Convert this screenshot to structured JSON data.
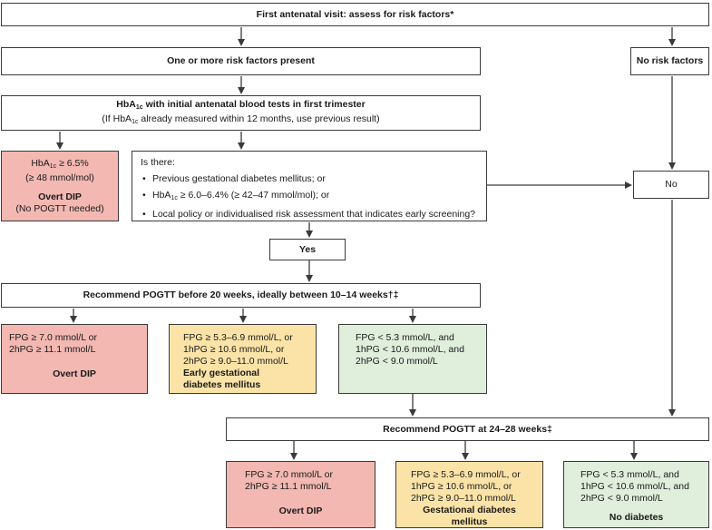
{
  "start": {
    "text": "First antenatal visit: assess for risk factors*"
  },
  "risk": {
    "present": "One or more risk factors present",
    "none": "No risk factors"
  },
  "hba1c_box": {
    "a": "HbA",
    "a_sub": "1c",
    "b": " with initial antenatal blood tests in first trimester",
    "c": "(If HbA",
    "c_sub": "1c",
    "d": " already measured within 12 months, use previous result)"
  },
  "overt1": {
    "l1a": "HbA",
    "l1sub": "1c",
    "l1b": " ≥ 6.5%",
    "l2": "(≥ 48 mmol/mol)",
    "l3": "Overt DIP",
    "l4": "(No POGTT needed)"
  },
  "isthere": {
    "heading": "Is there:",
    "b1": "Previous gestational diabetes mellitus; or",
    "b2a": "HbA",
    "b2sub": "1c",
    "b2b": " ≥ 6.0–6.4% (≥ 42–47 mmol/mol); or",
    "b3": "Local policy or individualised risk assessment that indicates early screening?"
  },
  "no": {
    "text": "No"
  },
  "yes": {
    "text": "Yes"
  },
  "early_pogtt": {
    "text": "Recommend POGTT before 20 weeks, ideally between 10–14 weeks†‡"
  },
  "early_results": {
    "overt": {
      "l1": "FPG ≥ 7.0 mmol/L or",
      "l2": "2hPG ≥ 11.1 mmol/L",
      "label": "Overt DIP"
    },
    "egdm": {
      "l1": "FPG ≥ 5.3–6.9 mmol/L, or",
      "l2": "1hPG ≥ 10.6 mmol/L, or",
      "l3": "2hPG ≥ 9.0–11.0 mmol/L",
      "label1": "Early gestational",
      "label2": "diabetes mellitus"
    },
    "normal": {
      "l1": "FPG < 5.3 mmol/L, and",
      "l2": "1hPG < 10.6 mmol/L, and",
      "l3": "2hPG < 9.0 mmol/L"
    }
  },
  "late_pogtt": {
    "text": "Recommend POGTT at 24–28 weeks‡"
  },
  "late_results": {
    "overt": {
      "l1": "FPG ≥ 7.0 mmol/L or",
      "l2": "2hPG ≥ 11.1 mmol/L",
      "label": "Overt DIP"
    },
    "gdm": {
      "l1": "FPG ≥ 5.3–6.9 mmol/L, or",
      "l2": "1hPG ≥ 10.6 mmol/L, or",
      "l3": "2hPG ≥ 9.0–11.0 mmol/L",
      "label1": "Gestational diabetes",
      "label2": "mellitus"
    },
    "none": {
      "l1": "FPG < 5.3 mmol/L, and",
      "l2": "1hPG < 10.6 mmol/L, and",
      "l3": "2hPG < 9.0 mmol/L",
      "label": "No diabetes"
    }
  },
  "colors": {
    "overt": "#f2b8b1",
    "gdm": "#fbe3a7",
    "normal": "#e0eedc",
    "line": "#3a3a3a"
  }
}
